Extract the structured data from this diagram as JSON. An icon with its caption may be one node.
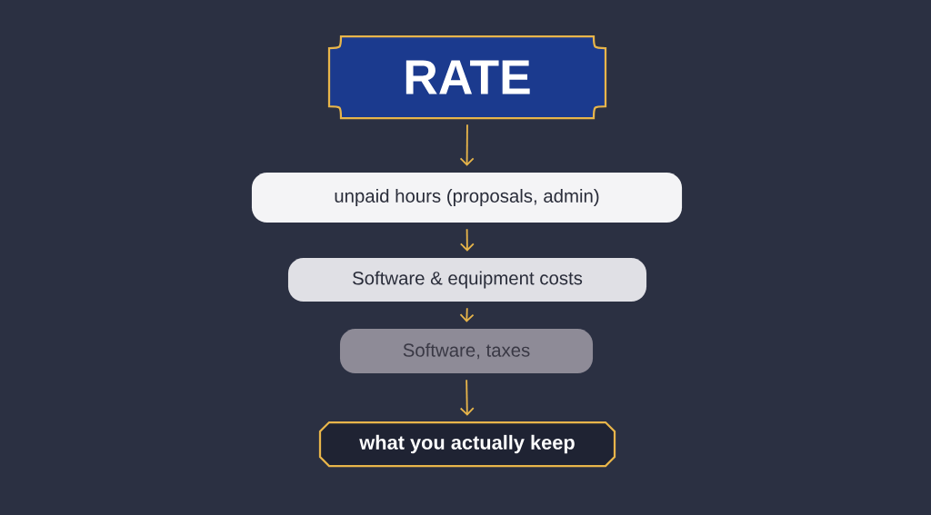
{
  "diagram": {
    "nodes": [
      {
        "text": [
          "RATE"
        ]
      },
      {
        "text": [
          "unpaid hours (proposals, admin)"
        ]
      },
      {
        "text": [
          "Software & equipment costs"
        ]
      },
      {
        "text": [
          "Software, taxes"
        ]
      },
      {
        "text": [
          "what you actually keep"
        ]
      }
    ],
    "edges": [
      {
        "from": 0,
        "to": 1,
        "arrow": "to"
      },
      {
        "from": 1,
        "to": 2,
        "arrow": "to"
      },
      {
        "from": 2,
        "to": 3,
        "arrow": "to"
      },
      {
        "from": 3,
        "to": 4,
        "arrow": "to"
      }
    ]
  }
}
